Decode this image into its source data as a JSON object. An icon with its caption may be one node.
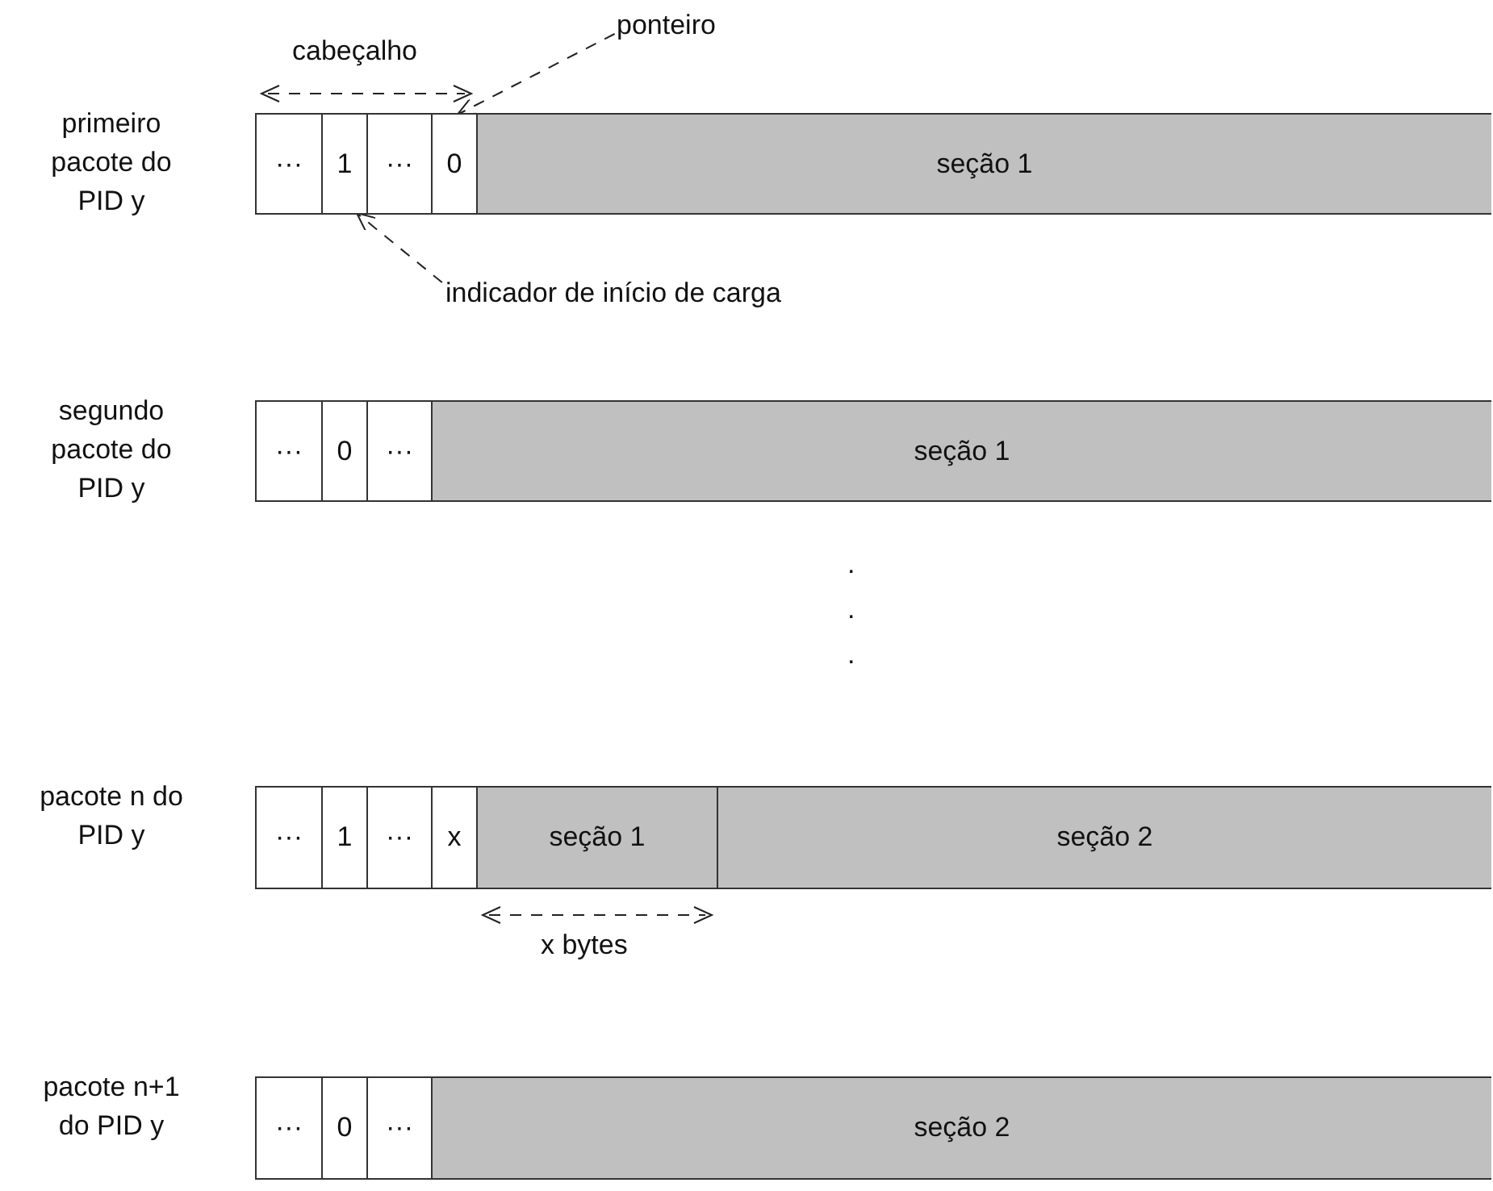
{
  "diagram": {
    "nodes": [
      {
        "text": [],
        "shape": "bar",
        "beside": [
          "primeiro pacote do PID y"
        ]
      },
      {
        "text": [
          "···"
        ],
        "in": 0
      },
      {
        "text": [
          "1"
        ],
        "in": 0
      },
      {
        "text": [
          "···"
        ],
        "in": 0
      },
      {
        "text": [
          "0"
        ],
        "in": 0
      },
      {
        "text": [
          "seção 1"
        ],
        "in": 0
      },
      {
        "text": [],
        "shape": "bar",
        "beside": [
          "segundo pacote do PID y"
        ]
      },
      {
        "text": [
          "···"
        ],
        "in": 6
      },
      {
        "text": [
          "0"
        ],
        "in": 6
      },
      {
        "text": [
          "···"
        ],
        "in": 6
      },
      {
        "text": [
          "seção 1"
        ],
        "in": 6
      },
      {
        "text": [],
        "shape": "bar",
        "beside": [
          "pacote n do PID y"
        ]
      },
      {
        "text": [
          "···"
        ],
        "in": 11
      },
      {
        "text": [
          "1"
        ],
        "in": 11
      },
      {
        "text": [
          "···"
        ],
        "in": 11
      },
      {
        "text": [
          "x"
        ],
        "in": 11
      },
      {
        "text": [
          "seção 1"
        ],
        "in": 11
      },
      {
        "text": [
          "seção 2"
        ],
        "in": 11
      },
      {
        "text": [],
        "shape": "bar",
        "beside": [
          "pacote n+1 do PID y"
        ]
      },
      {
        "text": [
          "···"
        ],
        "in": 18
      },
      {
        "text": [
          "0"
        ],
        "in": 18
      },
      {
        "text": [
          "···"
        ],
        "in": 18
      },
      {
        "text": [
          "seção 2"
        ],
        "in": 18
      },
      {
        "text": [
          "ponteiro"
        ]
      },
      {
        "text": [
          "indicador de início de carga"
        ]
      }
    ],
    "edges": [
      {
        "from": 23,
        "to": 4,
        "arrow": "to",
        "style": "dashed"
      },
      {
        "from": 24,
        "to": 2,
        "arrow": "to",
        "style": "dashed"
      }
    ],
    "labels": [
      "cabeçalho",
      ".",
      ".",
      ".",
      "x bytes"
    ]
  }
}
